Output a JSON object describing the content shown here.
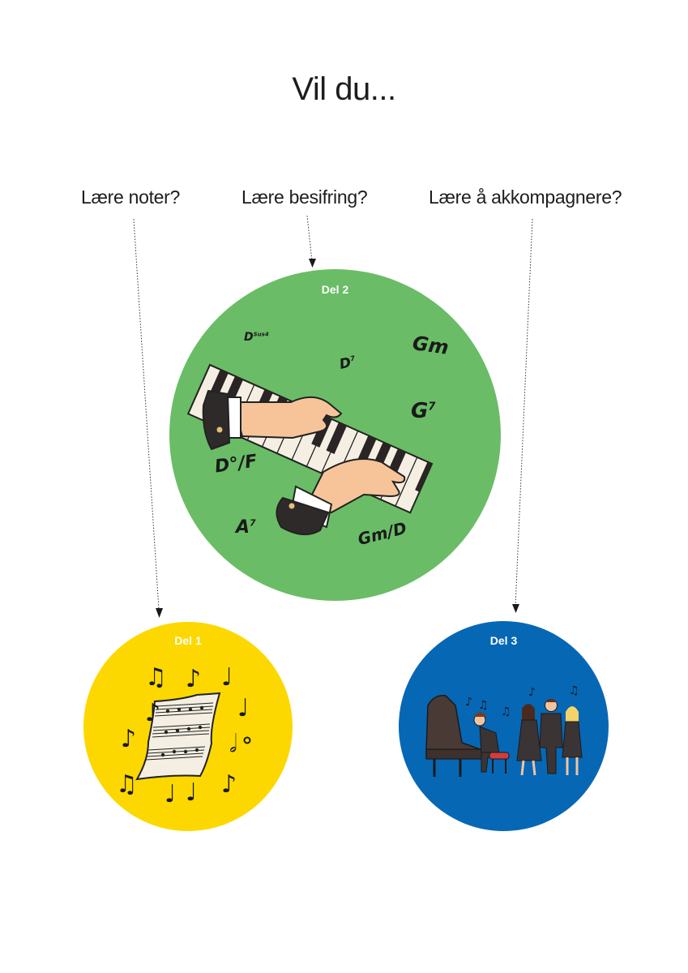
{
  "title": "Vil du...",
  "questions": [
    {
      "label": "Lære noter?",
      "target": "Del 1"
    },
    {
      "label": "Lære besifring?",
      "target": "Del 2"
    },
    {
      "label": "Lære å akkompagnere?",
      "target": "Del 3"
    }
  ],
  "parts": {
    "del1": {
      "label": "Del 1",
      "color": "#fdd800",
      "illustration": "sheet-music-with-notes"
    },
    "del2": {
      "label": "Del 2",
      "color": "#6abd66",
      "illustration": "hands-on-piano-keyboard",
      "chords": [
        {
          "root": "D",
          "sup": "Sus4"
        },
        {
          "root": "D",
          "sup": "7"
        },
        {
          "root": "Gm",
          "sup": ""
        },
        {
          "root": "G",
          "sup": "7"
        },
        {
          "root": "D°/F",
          "sup": ""
        },
        {
          "root": "A",
          "sup": "7"
        },
        {
          "root": "Gm/D",
          "sup": ""
        }
      ]
    },
    "del3": {
      "label": "Del 3",
      "color": "#0667b5",
      "illustration": "pianist-accompanying-singers"
    }
  }
}
